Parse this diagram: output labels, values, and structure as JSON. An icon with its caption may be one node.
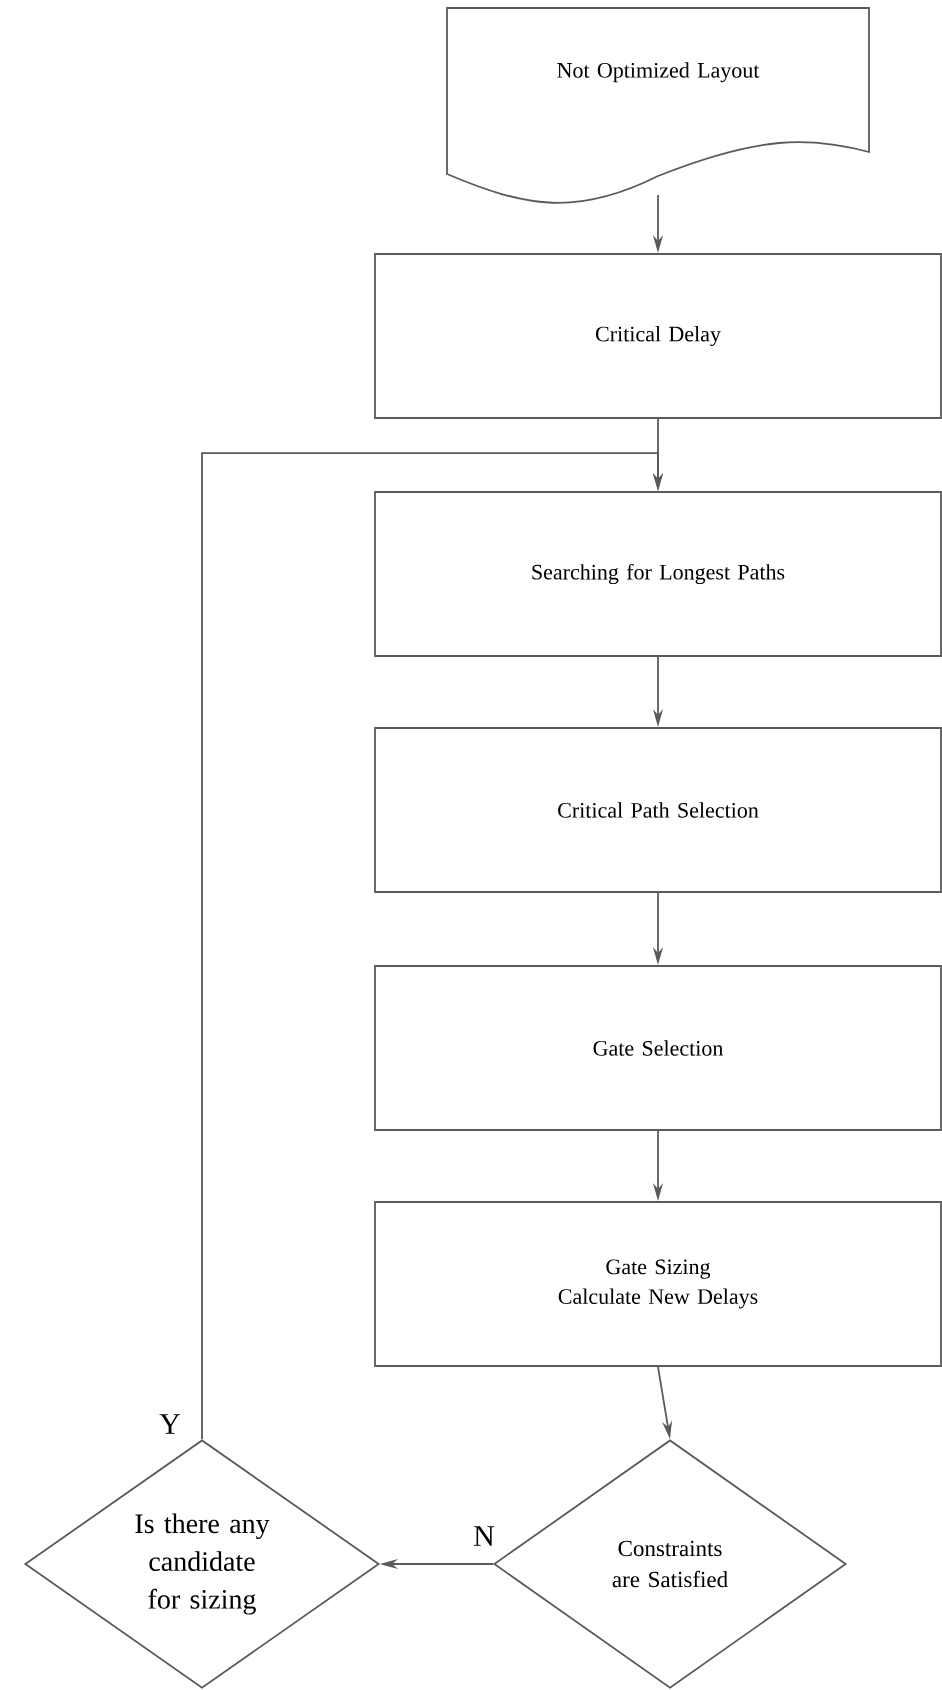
{
  "diagram": {
    "nodes": [
      {
        "text": [
          "Not Optimized Layout"
        ]
      },
      {
        "text": [
          "Critical Delay"
        ]
      },
      {
        "text": [
          "Searching for Longest Paths"
        ]
      },
      {
        "text": [
          "Critical Path Selection"
        ]
      },
      {
        "text": [
          "Gate Selection"
        ]
      },
      {
        "text": [
          "Gate Sizing",
          "Calculate New Delays"
        ]
      },
      {
        "text": [
          "Constraints are Satisfied"
        ]
      },
      {
        "text": [
          "Is there any candidate for sizing"
        ]
      }
    ],
    "edges": [
      {
        "from": 0,
        "to": 1,
        "arrow": "to"
      },
      {
        "from": 1,
        "to": 2,
        "arrow": "to"
      },
      {
        "from": 2,
        "to": 3,
        "arrow": "to"
      },
      {
        "from": 3,
        "to": 4,
        "arrow": "to"
      },
      {
        "from": 4,
        "to": 5,
        "arrow": "to"
      },
      {
        "from": 5,
        "to": 6,
        "arrow": "to"
      },
      {
        "from": 6,
        "to": 7,
        "arrow": "to",
        "label": "N"
      },
      {
        "from": 7,
        "to": 2,
        "arrow": "to",
        "label": "Y"
      }
    ]
  }
}
